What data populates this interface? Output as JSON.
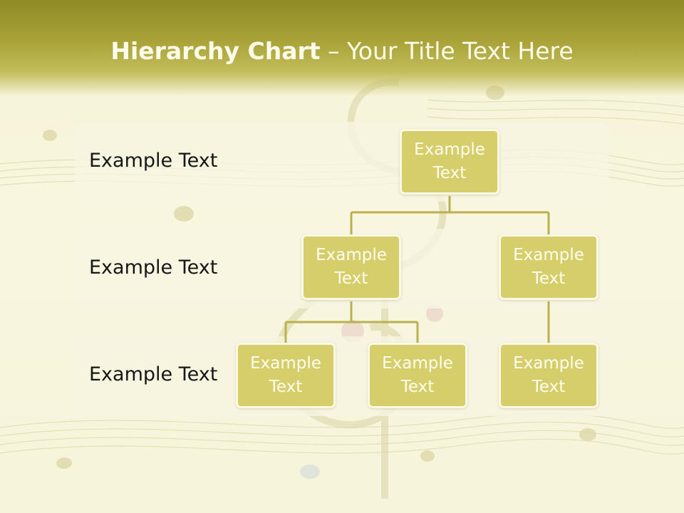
{
  "slide": {
    "title_bold": "Hierarchy Chart",
    "title_rest": " – Your Title Text Here"
  },
  "levels": [
    {
      "label": "Example Text"
    },
    {
      "label": "Example Text"
    },
    {
      "label": "Example Text"
    }
  ],
  "nodes": {
    "root": "Example Text",
    "l2_left": "Example Text",
    "l2_right": "Example Text",
    "l3_a": "Example Text",
    "l3_b": "Example Text",
    "l3_c": "Example Text"
  },
  "colors": {
    "header": "#a8a238",
    "node_fill": "#d6cd6b",
    "connector": "#b9b04e",
    "title_text": "#fdfbe9"
  }
}
